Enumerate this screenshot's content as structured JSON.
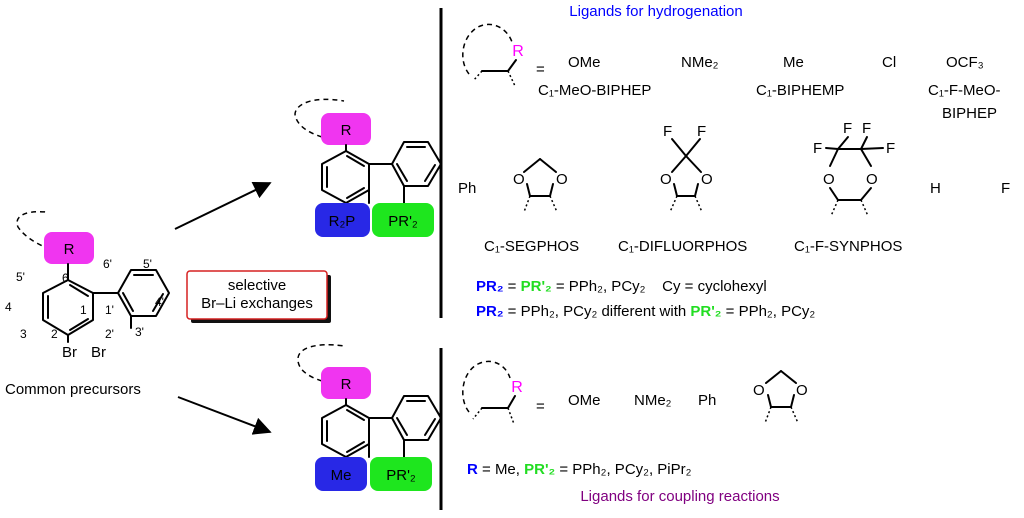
{
  "colors": {
    "R_box": "#f035f0",
    "blue_box": "#2828e6",
    "green_box": "#1ee61e",
    "title_blue": "#0000ff",
    "title_purple": "#800080",
    "label_blue": "#0000ff",
    "label_green": "#22dd22",
    "R_letter": "#ff00ff",
    "callout_border": "#d62020"
  },
  "precursor": {
    "R": "R",
    "Br_left": "Br",
    "Br_right": "Br",
    "num_1": "1",
    "num_2": "2",
    "num_3": "3",
    "num_4": "4",
    "num_5p": "5'",
    "num_6": "6",
    "num_1p": "1'",
    "num_2p": "2'",
    "num_3p": "3'",
    "num_4p": "4'",
    "num_5p_right": "5'",
    "num_6p": "6'",
    "caption": "Common precursors"
  },
  "callout": {
    "line1": "selective",
    "line2": "Br–Li exchanges"
  },
  "top_product": {
    "R": "R",
    "left_box": "R₂P",
    "right_box": "PR'₂"
  },
  "bottom_product": {
    "R": "R",
    "left_box": "Me",
    "right_box": "PR'₂"
  },
  "hydrogenation": {
    "title": "Ligands for hydrogenation",
    "R": "R",
    "equals": "=",
    "subs": [
      "OMe",
      "NMe₂",
      "Me",
      "Cl",
      "OCF₃"
    ],
    "names": [
      "C₁-MeO-BIPHEP",
      "C₁-BIPHEMP",
      "C₁-F-MeO-",
      "BIPHEP"
    ],
    "row2": {
      "Ph": "Ph",
      "H": "H",
      "F_atom": "F",
      "F_label": "F"
    },
    "ring_names": [
      "C₁-SEGPHOS",
      "C₁-DIFLUORPHOS",
      "C₁-F-SYNPHOS"
    ],
    "O": "O",
    "line1": {
      "lhs1": "PR₂",
      "eq1": " = ",
      "lhs2": "PR'₂",
      "rhs": " = PPh₂, PCy₂    Cy = cyclohexyl"
    },
    "line2": {
      "lhs1": "PR₂",
      "mid": " = PPh₂, PCy₂ different with ",
      "lhs2": "PR'₂",
      "rhs": " = PPh₂, PCy₂"
    }
  },
  "coupling": {
    "title": "Ligands for coupling reactions",
    "R": "R",
    "equals": "=",
    "subs": [
      "OMe",
      "NMe₂",
      "Ph"
    ],
    "O": "O",
    "def": {
      "R": "R",
      "mid": " = Me, ",
      "PR": "PR'₂",
      "rhs": " = PPh₂, PCy₂, PiPr₂"
    }
  }
}
